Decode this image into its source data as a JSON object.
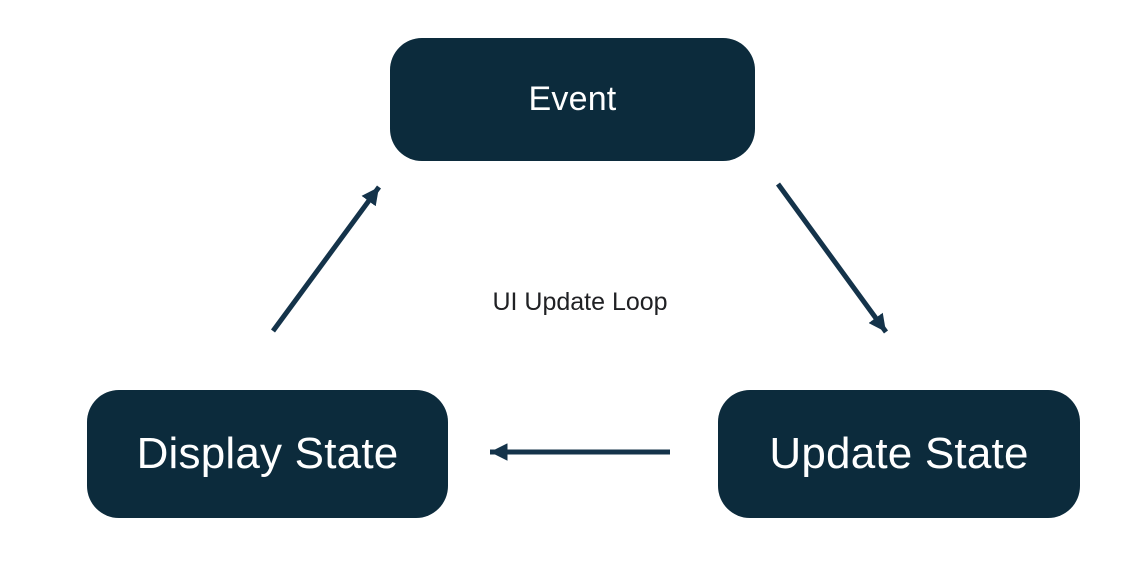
{
  "diagram": {
    "title": "UI Update Loop",
    "nodes": [
      {
        "id": "event",
        "label": "Event",
        "position": "top-center"
      },
      {
        "id": "display-state",
        "label": "Display State",
        "position": "bottom-left"
      },
      {
        "id": "update-state",
        "label": "Update State",
        "position": "bottom-right"
      }
    ],
    "edges": [
      {
        "from": "event",
        "to": "update-state",
        "direction": "down-right"
      },
      {
        "from": "update-state",
        "to": "display-state",
        "direction": "left"
      },
      {
        "from": "display-state",
        "to": "event",
        "direction": "up-right"
      }
    ],
    "colors": {
      "background": "#ffffff",
      "node_bg": "#0c2b3c",
      "node_text": "#ffffff",
      "arrow": "#14334a",
      "title_text": "#202124"
    }
  }
}
